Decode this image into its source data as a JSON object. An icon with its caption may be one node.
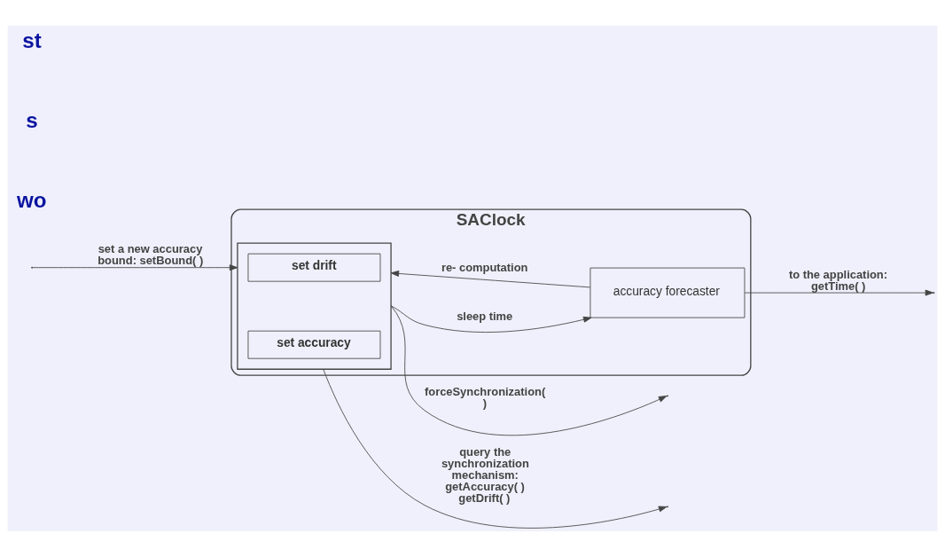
{
  "diagram": {
    "nodes": [
      {
        "text": [
          "SAClock"
        ]
      },
      {
        "text": [],
        "shape": "box",
        "in": 0
      },
      {
        "text": [
          "set accuracy"
        ],
        "in": 1
      },
      {
        "text": [
          "set drift"
        ],
        "in": 1
      },
      {
        "text": [
          "accuracy forecaster"
        ],
        "in": 0
      }
    ],
    "edges": [
      {
        "from": 1,
        "to": null,
        "arrow": "to",
        "label": "query the synchronization mechanism: getAccuracy( ) getDrift( )"
      },
      {
        "from": 1,
        "to": null,
        "arrow": "to",
        "label": "forceSynchronization( )"
      },
      {
        "from": null,
        "to": 1,
        "arrow": "to",
        "label": "set a new accuracy bound: setBound( )"
      },
      {
        "from": 1,
        "to": 4,
        "arrow": "to",
        "label": "sleep time"
      },
      {
        "from": 4,
        "to": 1,
        "arrow": "to",
        "label": "re- computation"
      },
      {
        "from": 4,
        "to": null,
        "arrow": "to",
        "label": "to the application: getTime( )"
      }
    ],
    "labels": [
      "wo",
      "s",
      "st"
    ]
  }
}
